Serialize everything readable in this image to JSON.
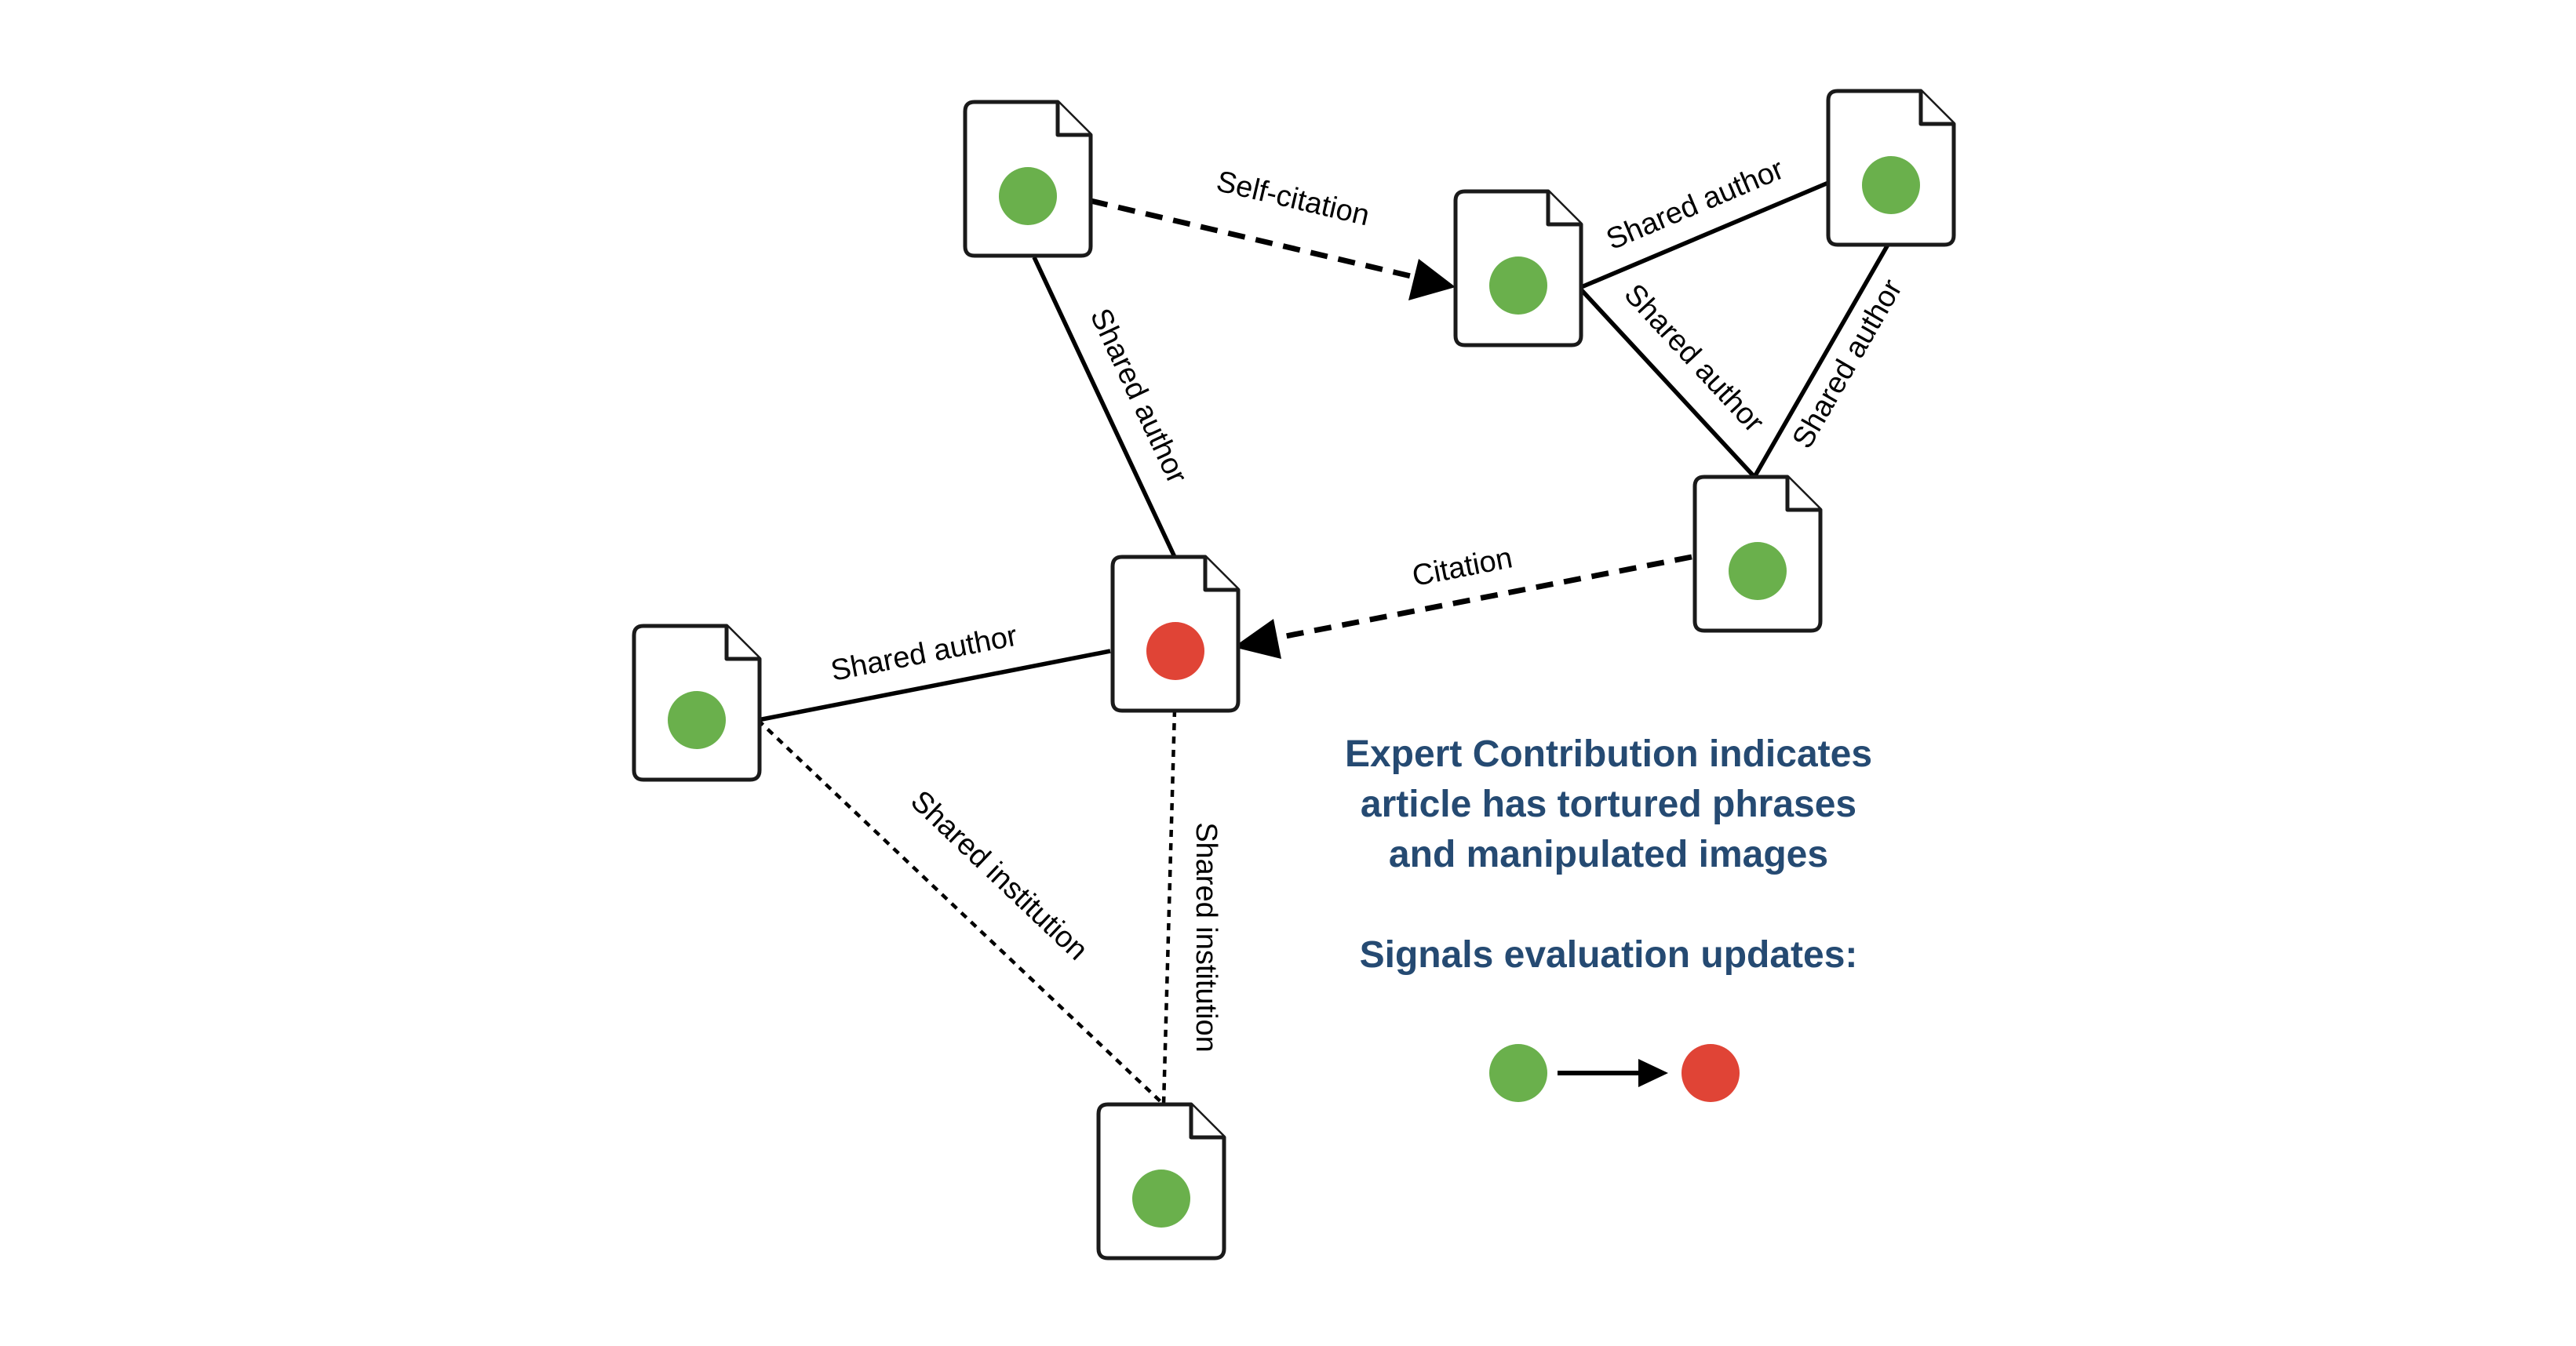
{
  "colors": {
    "ok": "#6ab04c",
    "flagged": "#e04436",
    "text_accent": "#254a72"
  },
  "documents": [
    {
      "id": "doc-top-left",
      "status": "ok"
    },
    {
      "id": "doc-top-middle",
      "status": "ok"
    },
    {
      "id": "doc-top-right",
      "status": "ok"
    },
    {
      "id": "doc-middle-right",
      "status": "ok"
    },
    {
      "id": "doc-center",
      "status": "flagged"
    },
    {
      "id": "doc-left",
      "status": "ok"
    },
    {
      "id": "doc-bottom",
      "status": "ok"
    }
  ],
  "edges": [
    {
      "id": "edge-self-citation",
      "label": "Self-citation",
      "style": "dashed",
      "arrow": true
    },
    {
      "id": "edge-shared-author-1",
      "label": "Shared author",
      "style": "solid"
    },
    {
      "id": "edge-shared-author-2",
      "label": "Shared author",
      "style": "solid"
    },
    {
      "id": "edge-shared-author-3",
      "label": "Shared author",
      "style": "solid"
    },
    {
      "id": "edge-shared-author-4",
      "label": "Shared author",
      "style": "solid"
    },
    {
      "id": "edge-citation",
      "label": "Citation",
      "style": "dashed",
      "arrow": true
    },
    {
      "id": "edge-shared-author-5",
      "label": "Shared author",
      "style": "solid"
    },
    {
      "id": "edge-shared-institution-1",
      "label": "Shared institution",
      "style": "dotted"
    },
    {
      "id": "edge-shared-institution-2",
      "label": "Shared institution",
      "style": "dotted"
    }
  ],
  "info": {
    "headline": "Expert Contribution indicates\narticle has tortured phrases\nand manipulated images",
    "subheading": "Signals evaluation updates:"
  },
  "legend": {
    "from_status": "ok",
    "to_status": "flagged"
  }
}
